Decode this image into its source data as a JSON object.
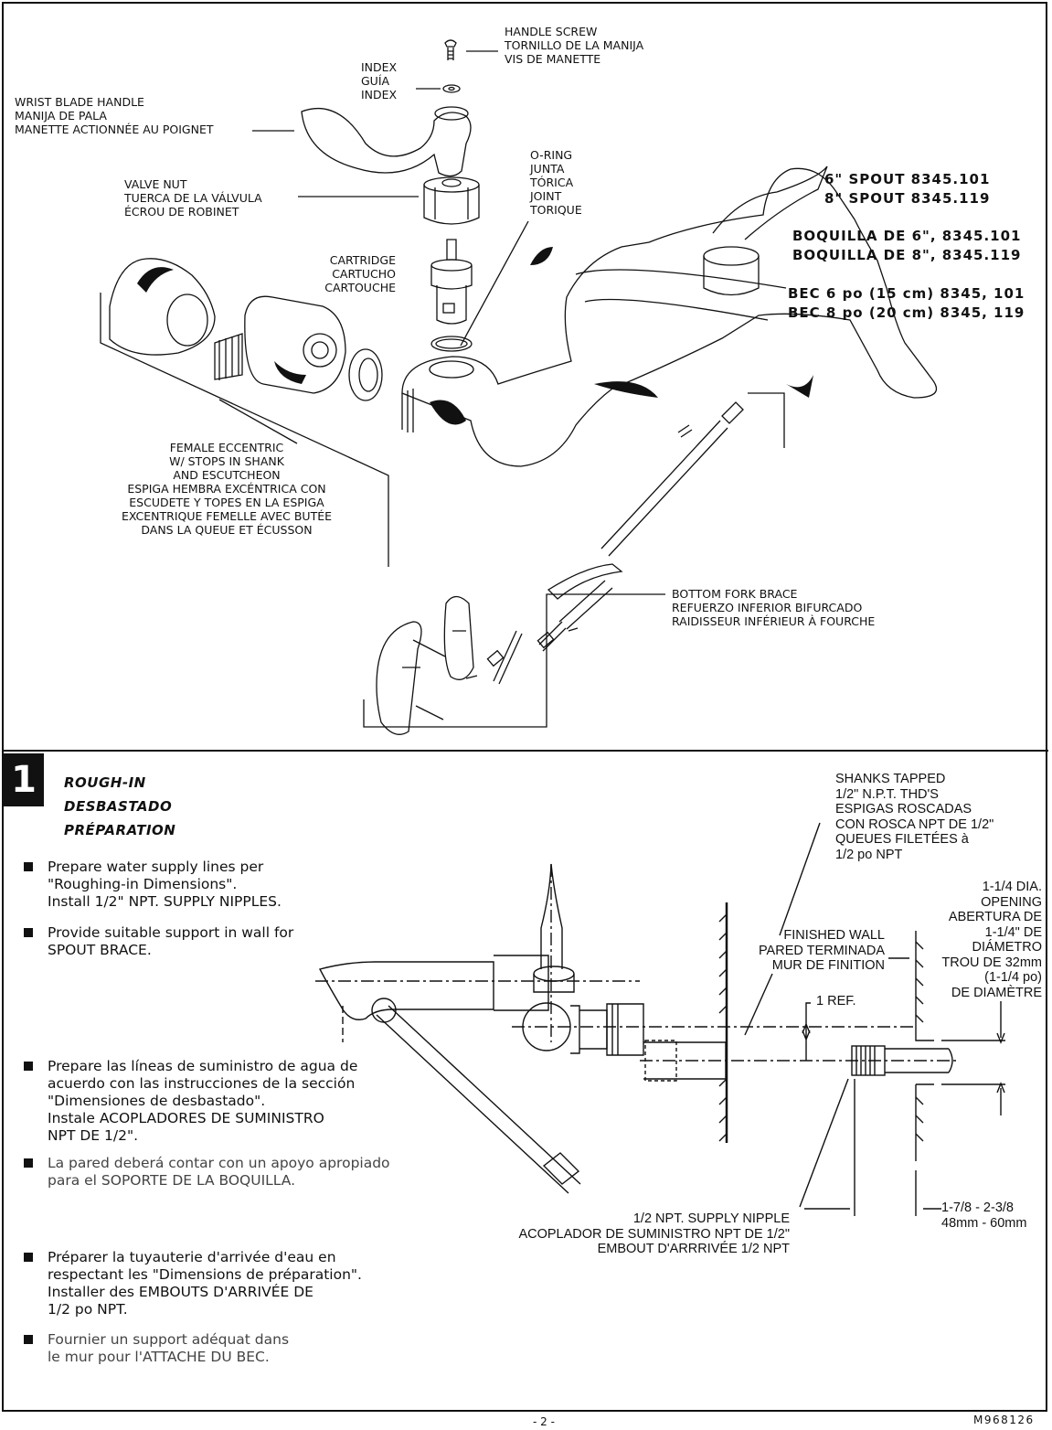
{
  "labels": {
    "handle_screw": [
      "HANDLE SCREW",
      "TORNILLO DE LA MANIJA",
      "VIS DE MANETTE"
    ],
    "index": [
      "INDEX",
      "GUÍA",
      "INDEX"
    ],
    "wrist_blade": [
      "WRIST BLADE HANDLE",
      "MANIJA DE PALA",
      "MANETTE ACTIONNÉE AU POIGNET"
    ],
    "valve_nut": [
      "VALVE NUT",
      "TUERCA DE LA VÁLVULA",
      "ÉCROU DE ROBINET"
    ],
    "o_ring": [
      "O-RING",
      "JUNTA",
      "TÓRICA",
      "JOINT",
      "TORIQUE"
    ],
    "cartridge": [
      "CARTRIDGE",
      "CARTUCHO",
      "CARTOUCHE"
    ],
    "female_eccentric": [
      "FEMALE ECCENTRIC",
      "W/ STOPS IN SHANK",
      "AND ESCUTCHEON",
      "ESPIGA HEMBRA EXCÉNTRICA CON",
      "ESCUDETE Y TOPES EN LA ESPIGA",
      "EXCENTRIQUE FEMELLE AVEC BUTÉE",
      "DANS LA QUEUE ET ÉCUSSON"
    ],
    "bottom_fork": [
      "BOTTOM FORK BRACE",
      "REFUERZO INFERIOR BIFURCADO",
      "RAIDISSEUR INFÉRIEUR À FOURCHE"
    ]
  },
  "models": [
    "6\" SPOUT 8345.101",
    "8\" SPOUT 8345.119",
    "BOQUILLA DE 6\", 8345.101",
    "BOQUILLA DE 8\", 8345.119",
    "BEC 6 po (15 cm) 8345, 101",
    "BEC 8 po (20 cm) 8345, 119"
  ],
  "step": {
    "number": "1",
    "titles": [
      "ROUGH-IN",
      "DESBASTADO",
      "PRÉPARATION"
    ],
    "bullets": [
      "Prepare water supply lines per\n\"Roughing-in Dimensions\".\nInstall 1/2\" NPT. SUPPLY NIPPLES.",
      "Provide suitable support in wall for\nSPOUT BRACE.",
      "Prepare las líneas de suministro de agua de\nacuerdo con las instrucciones de la sección\n\"Dimensiones de desbastado\".\nInstale ACOPLADORES DE SUMINISTRO\nNPT DE 1/2\".",
      "La pared deberá contar con un apoyo apropiado\npara el SOPORTE DE LA BOQUILLA.",
      "Préparer la tuyauterie d'arrivée d'eau en\nrespectant les \"Dimensions de préparation\".\nInstaller des EMBOUTS D'ARRIVÉE DE\n1/2 po NPT.",
      "Fournier un support adéquat dans\nle mur pour l'ATTACHE DU BEC."
    ]
  },
  "dims": {
    "shanks": [
      "SHANKS TAPPED",
      "1/2\" N.P.T. THD'S",
      "ESPIGAS ROSCADAS",
      "CON ROSCA NPT DE 1/2\"",
      "QUEUES FILETÉES à",
      "1/2 po NPT"
    ],
    "opening": [
      "1-1/4 DIA.",
      "OPENING",
      "ABERTURA DE",
      "1-1/4\" DE",
      "DIÁMETRO",
      "TROU DE 32mm",
      "(1-1/4 po)",
      "DE DIAMÈTRE"
    ],
    "wall": [
      "FINISHED WALL",
      "PARED TERMINADA",
      "MUR DE FINITION"
    ],
    "ref": "1 REF.",
    "nipple": [
      "1/2 NPT. SUPPLY NIPPLE",
      "ACOPLADOR DE SUMINISTRO NPT DE 1/2\"",
      "EMBOUT D'ARRRIVÉE 1/2 NPT"
    ],
    "range": [
      "1-7/8 - 2-3/8",
      "48mm - 60mm"
    ]
  },
  "footer": {
    "page": "- 2 -",
    "code": "M968126"
  }
}
